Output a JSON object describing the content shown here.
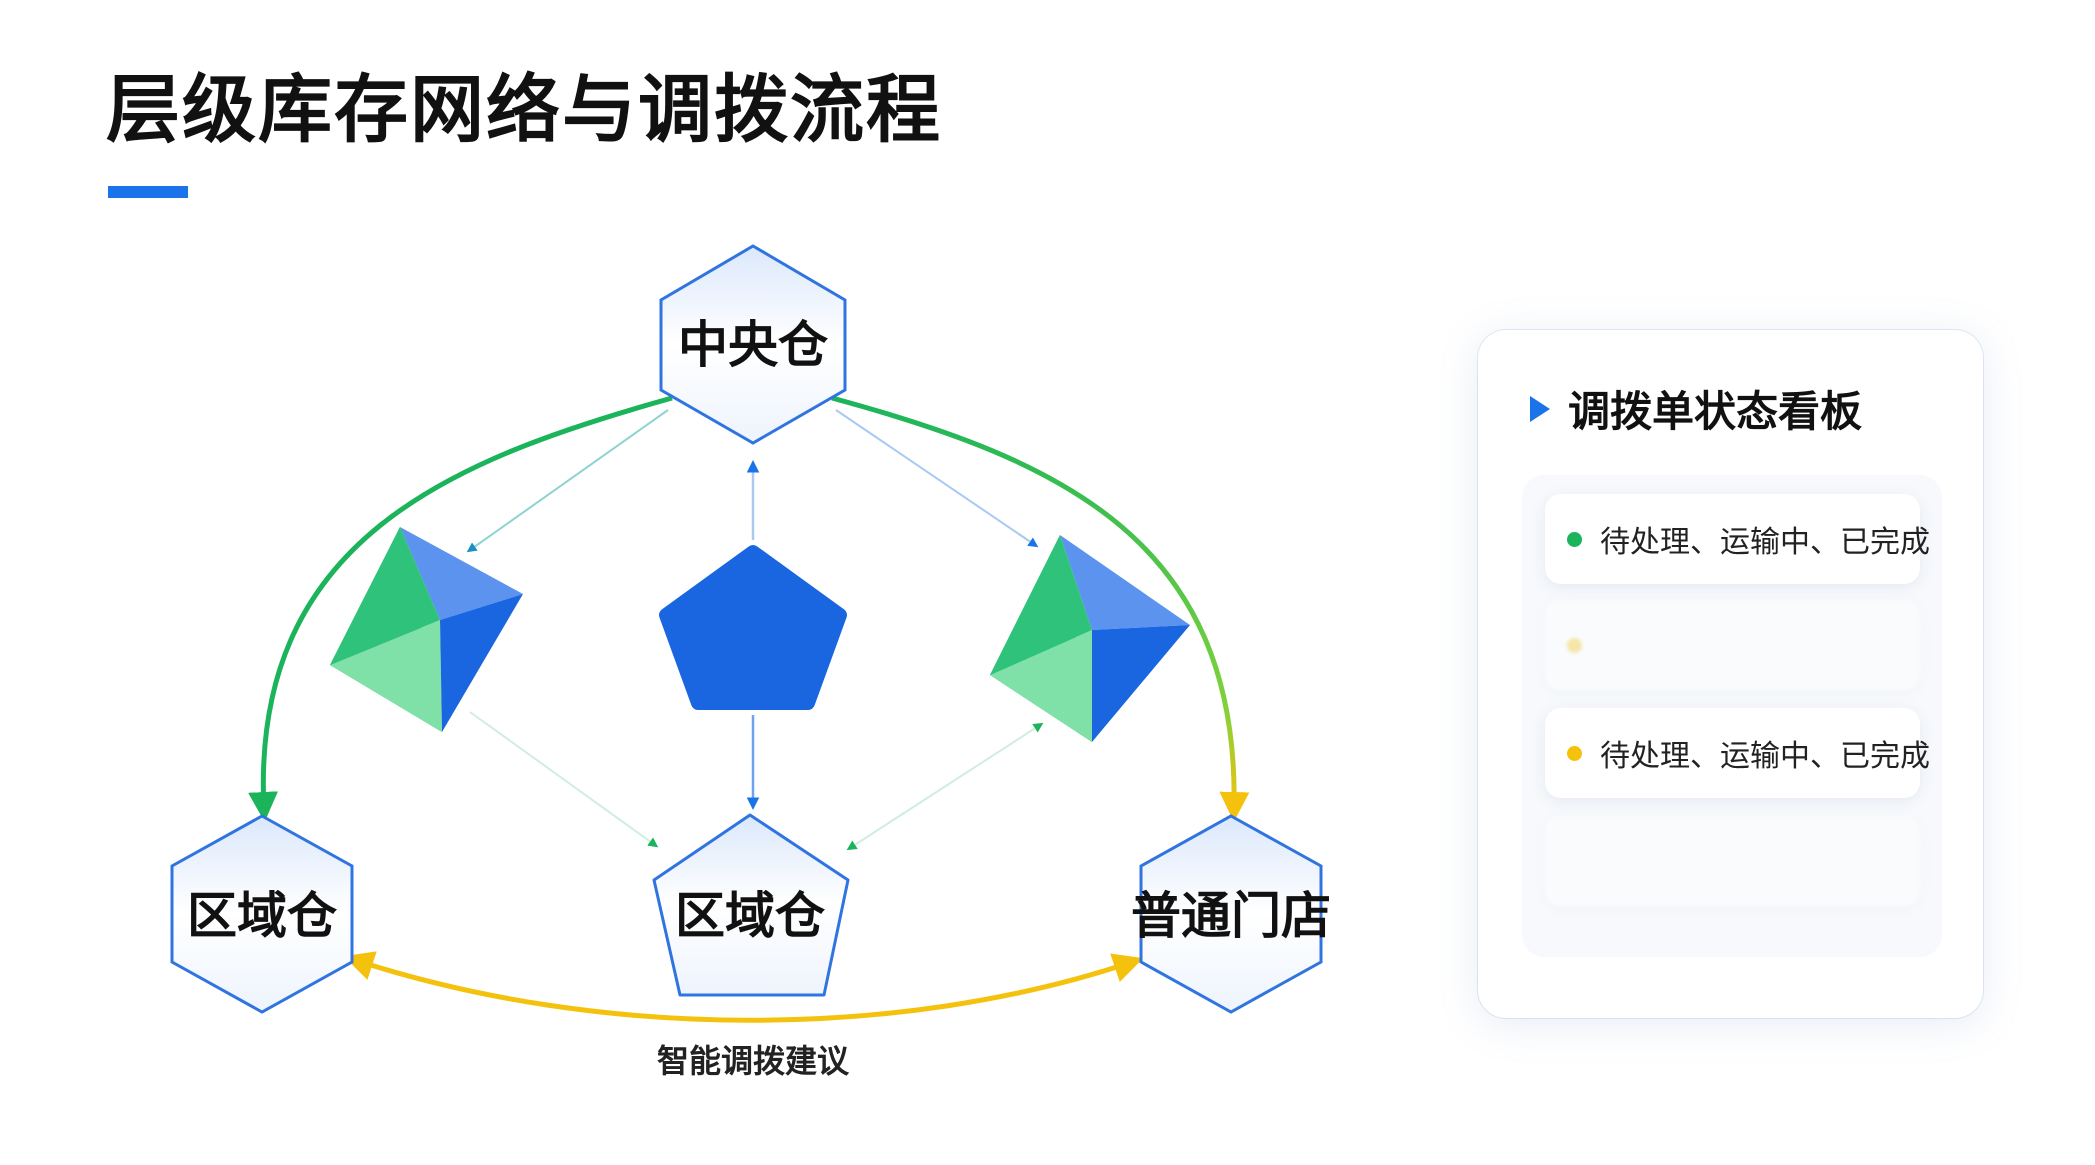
{
  "title": "层级库存网络与调拨流程",
  "diagram": {
    "nodes": {
      "central": "中央仓",
      "regional_left": "区域仓",
      "regional_center": "区域仓",
      "store": "普通门店"
    },
    "edge_label": "智能调拨建议"
  },
  "board": {
    "title": "调拨单状态看板",
    "cards": [
      {
        "text": "待处理、运输中、已完成",
        "dot_color": "#1bb45b",
        "faded": false
      },
      {
        "text": "",
        "dot_color": "#f4c20d",
        "faded": true
      },
      {
        "text": "待处理、运输中、已完成",
        "dot_color": "#f4c20d",
        "faded": false
      },
      {
        "text": "",
        "dot_color": "",
        "faded": true
      }
    ]
  },
  "colors": {
    "accent_blue": "#1a73e8",
    "green": "#1bb45b",
    "yellow": "#f4c20d"
  }
}
